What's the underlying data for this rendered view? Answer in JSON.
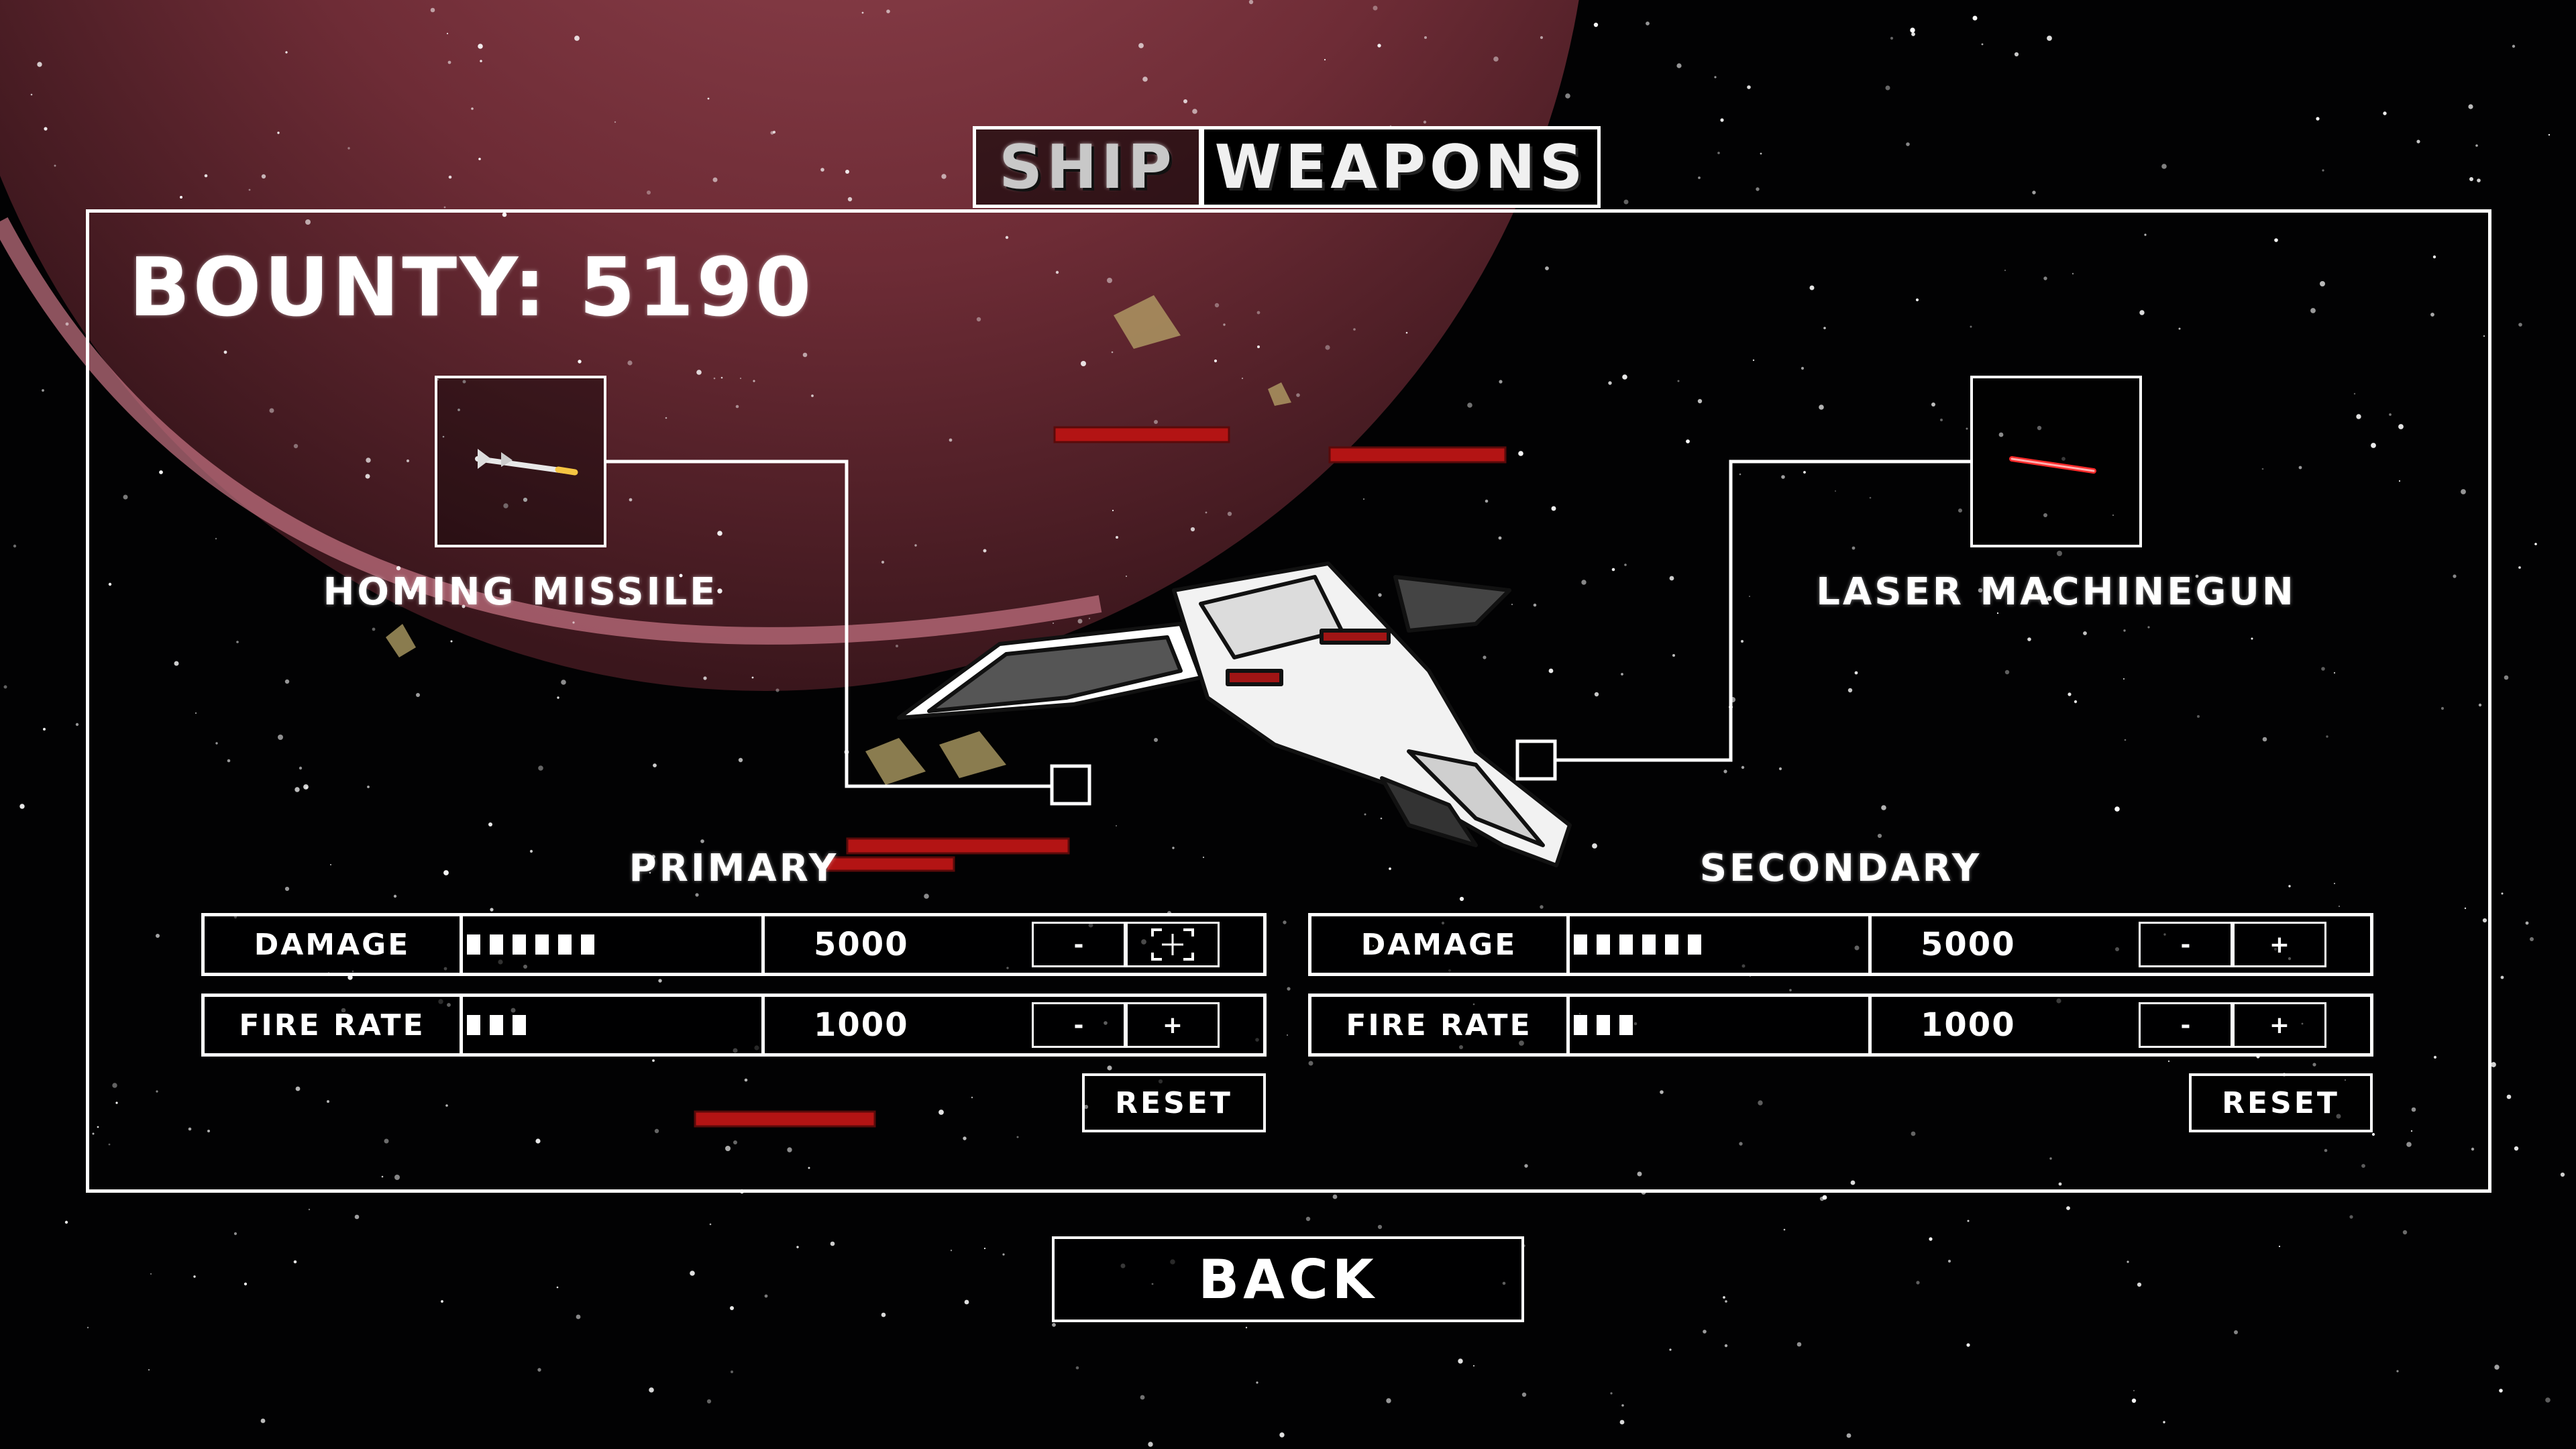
{
  "tabs": {
    "ship": "SHIP",
    "weapons": "WEAPONS",
    "active": "WEAPONS"
  },
  "bounty": {
    "label": "BOUNTY: 5190"
  },
  "primary": {
    "title": "PRIMARY",
    "weapon_name": "HOMING MISSILE",
    "weapon_icon": "homing-missile-icon",
    "stats": [
      {
        "label": "DAMAGE",
        "level": 6,
        "value": "5000",
        "minus": "-",
        "plus": "+"
      },
      {
        "label": "FIRE RATE",
        "level": 3,
        "value": "1000",
        "minus": "-",
        "plus": "+"
      }
    ],
    "reset_label": "RESET"
  },
  "secondary": {
    "title": "SECONDARY",
    "weapon_name": "LASER MACHINEGUN",
    "weapon_icon": "laser-beam-icon",
    "stats": [
      {
        "label": "DAMAGE",
        "level": 6,
        "value": "5000",
        "minus": "-",
        "plus": "+"
      },
      {
        "label": "FIRE RATE",
        "level": 3,
        "value": "1000",
        "minus": "-",
        "plus": "+"
      }
    ],
    "reset_label": "RESET"
  },
  "back_label": "BACK",
  "colors": {
    "planet": "#8a3a44",
    "laser": "#e01818",
    "missile_flame": "#f5c542",
    "frame": "#ffffff",
    "space": "#020203"
  },
  "icons": {
    "cursor": "crosshair-cursor-icon",
    "ship": "spaceship-model"
  }
}
